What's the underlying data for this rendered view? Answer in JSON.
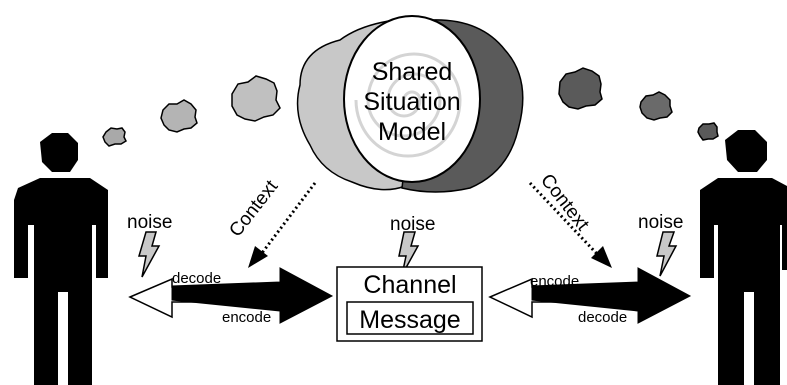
{
  "model": {
    "line1": "Shared",
    "line2": "Situation",
    "line3": "Model"
  },
  "context_left": "Context",
  "context_right": "Context",
  "noise_left": "noise",
  "noise_center": "noise",
  "noise_right": "noise",
  "channel": "Channel",
  "message": "Message",
  "left_arrows": {
    "top": "decode",
    "bottom": "encode"
  },
  "right_arrows": {
    "top": "encode",
    "bottom": "decode"
  },
  "colors": {
    "light_cloud": "#c8c8c8",
    "mid_cloud": "#a9a9a9",
    "dark_cloud": "#5a5a5a",
    "figure": "#000000",
    "bolt": "#c8c8c8"
  }
}
